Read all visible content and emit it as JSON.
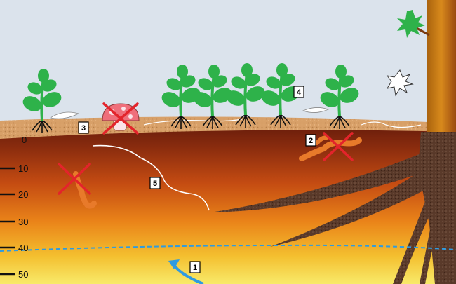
{
  "depth_scale": {
    "ticks": [
      "0",
      "10",
      "20",
      "30",
      "40",
      "50"
    ]
  },
  "markers": [
    {
      "id": "marker-1",
      "label": "1"
    },
    {
      "id": "marker-2",
      "label": "2"
    },
    {
      "id": "marker-3",
      "label": "3"
    },
    {
      "id": "marker-4",
      "label": "4"
    },
    {
      "id": "marker-5",
      "label": "5"
    }
  ],
  "icons": [
    "plant-icon",
    "mushroom-icon",
    "earthworm-icon",
    "leaf-icon",
    "maple-leaf-icon",
    "tree-trunk-icon",
    "cross-icon",
    "arrow-icon"
  ],
  "colors": {
    "sky": "#dbe3ec",
    "litter": "#d9a06a",
    "topsoil": "#6e1f0c",
    "subsoil": "#e98a1a",
    "deep": "#f6e15e",
    "plant": "#2eb24a",
    "cross": "#e3242b",
    "water_table": "#2f9be0",
    "worm": "#e87a2a",
    "trunk": "#c06a12"
  }
}
